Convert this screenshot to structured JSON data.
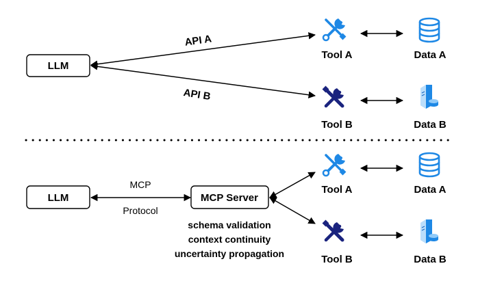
{
  "top": {
    "llm_label": "LLM",
    "api_a_label": "API A",
    "api_b_label": "API B",
    "tool_a": {
      "label": "Tool A",
      "icon": "wrench-screwdriver-icon"
    },
    "tool_b": {
      "label": "Tool B",
      "icon": "wrench-screwdriver-icon"
    },
    "data_a": {
      "label": "Data A",
      "icon": "database-cylinder-icon"
    },
    "data_b": {
      "label": "Data B",
      "icon": "server-database-icon"
    }
  },
  "bottom": {
    "llm_label": "LLM",
    "mcp_label": "MCP",
    "protocol_label": "Protocol",
    "server_label": "MCP Server",
    "features": [
      "schema validation",
      "context continuity",
      "uncertainty propagation"
    ],
    "tool_a": {
      "label": "Tool A",
      "icon": "wrench-screwdriver-icon"
    },
    "tool_b": {
      "label": "Tool B",
      "icon": "wrench-screwdriver-icon"
    },
    "data_a": {
      "label": "Data A",
      "icon": "database-cylinder-icon"
    },
    "data_b": {
      "label": "Data B",
      "icon": "server-database-icon"
    }
  },
  "colors": {
    "tool_a": "#1E88E5",
    "tool_b": "#1A237E",
    "database": "#1E88E5",
    "server": "#42A5F5",
    "line": "#000000"
  }
}
